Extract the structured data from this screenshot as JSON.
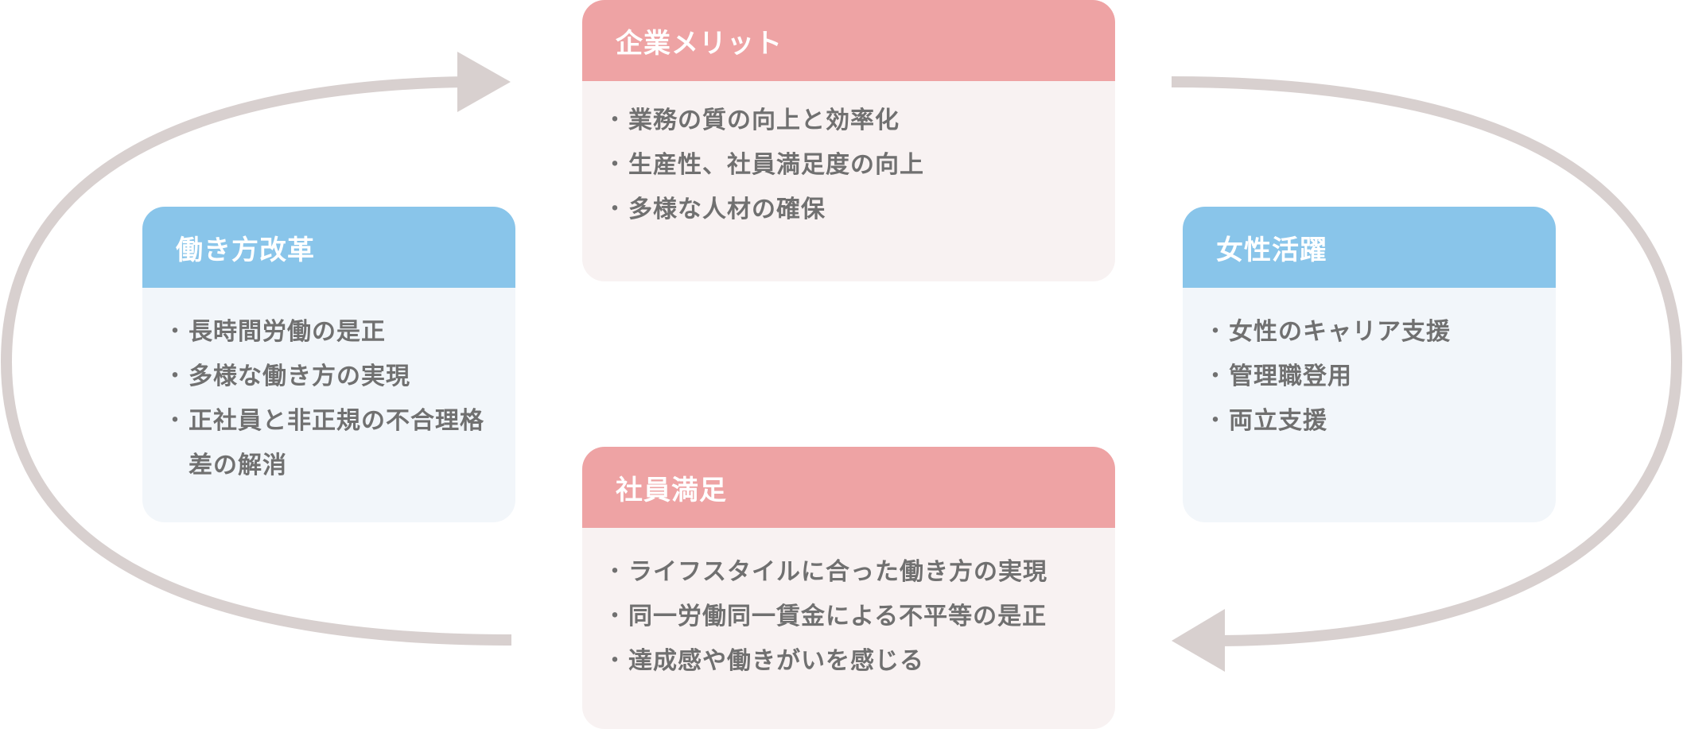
{
  "colors": {
    "pink_header": "#eea3a4",
    "pink_body": "#f8f2f2",
    "blue_header": "#89c5ea",
    "blue_body": "#f2f6fa",
    "arrow": "#d8d0cf",
    "text": "#707070"
  },
  "cards": {
    "merit": {
      "title": "企業メリット",
      "items": [
        "業務の質の向上と効率化",
        "生産性、社員満足度の向上",
        "多様な人材の確保"
      ]
    },
    "reform": {
      "title": "働き方改革",
      "items": [
        "長時間労働の是正",
        "多様な働き方の実現",
        "正社員と非正規の不合理格差の解消"
      ]
    },
    "women": {
      "title": "女性活躍",
      "items": [
        "女性のキャリア支援",
        "管理職登用",
        "両立支援"
      ]
    },
    "satisfaction": {
      "title": "社員満足",
      "items": [
        "ライフスタイルに合った働き方の実現",
        "同一労働同一賃金による不平等の是正",
        "達成感や働きがいを感じる"
      ]
    }
  }
}
